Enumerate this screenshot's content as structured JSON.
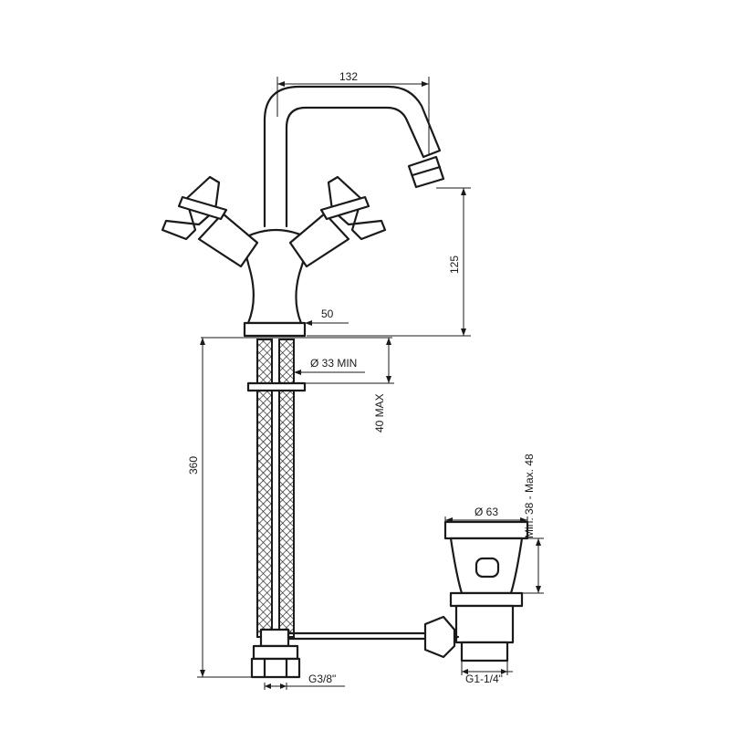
{
  "dimensions": {
    "spout_reach": "132",
    "spout_height": "125",
    "base_diameter": "50",
    "hole_diameter": "Ø 33 MIN",
    "deck_thickness": "40 MAX",
    "overall_height": "360",
    "inlet_thread": "G3/8\"",
    "waste_diameter": "Ø 63",
    "waste_range": "Min. 38 - Max. 48",
    "waste_thread": "G1-1/4\""
  }
}
